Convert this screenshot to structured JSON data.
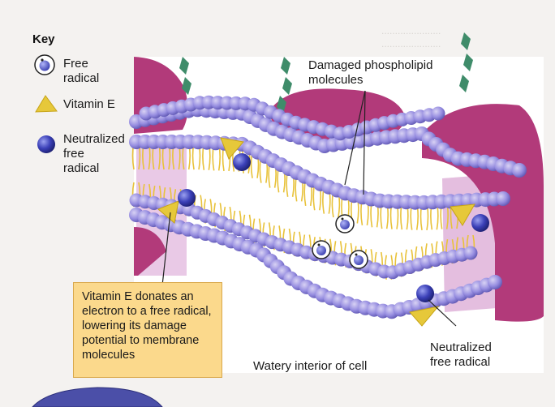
{
  "key": {
    "title": "Key",
    "items": [
      {
        "label": "Free\nradical",
        "icon": "free-radical-icon"
      },
      {
        "label": "Vitamin E",
        "icon": "vitamin-e-icon"
      },
      {
        "label": "Neutralized\nfree\nradical",
        "icon": "neutralized-radical-icon"
      }
    ]
  },
  "labels": {
    "damaged": "Damaged phospholipid\nmolecules",
    "callout": "Vitamin E donates an electron to a free radical, lowering its damage potential to membrane molecules",
    "interior": "Watery interior of cell",
    "neutralized": "Neutralized\nfree radical"
  },
  "colors": {
    "head": "#8f86d6",
    "tail": "#e8c23a",
    "protein": "#b23a7a",
    "protein_light": "#d49ad0",
    "vitamin_e": "#e6c83a",
    "radical": "#3a3fb0",
    "callout_bg": "#fbd98c"
  }
}
